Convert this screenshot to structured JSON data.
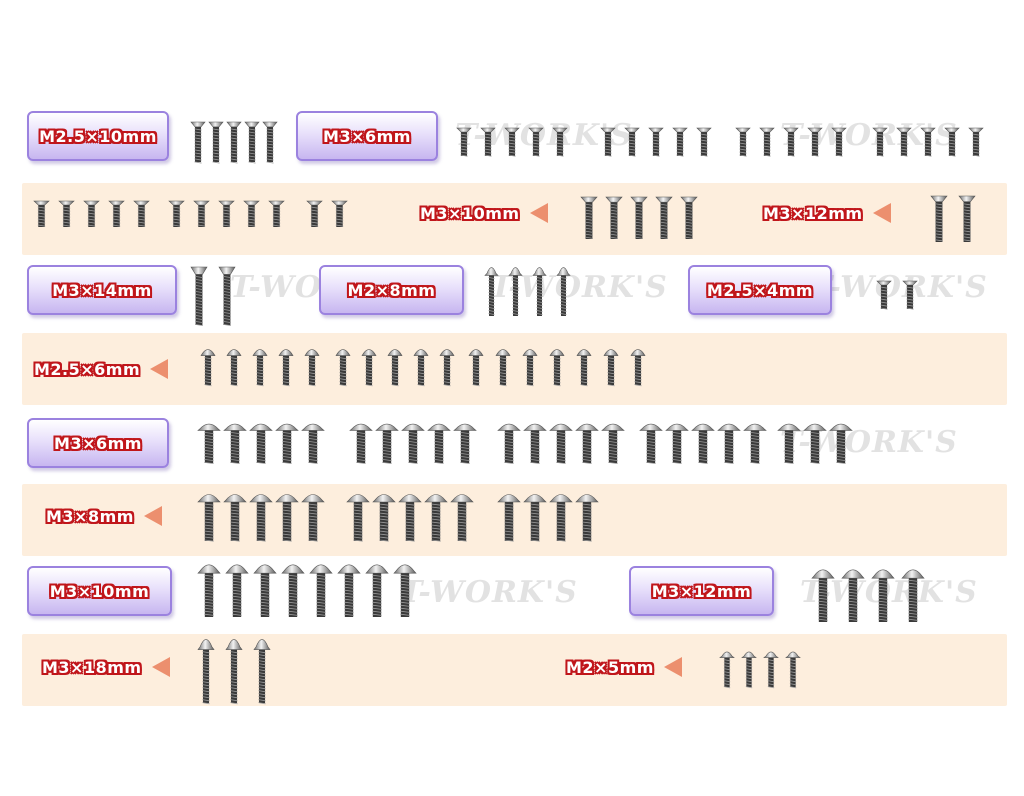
{
  "rows": {
    "r1": {
      "labels": [
        "M2.5×10mm",
        "M3×6mm"
      ]
    },
    "r2": {
      "labels": [
        "M3×10mm",
        "M3×12mm"
      ]
    },
    "r3": {
      "labels": [
        "M3×14mm",
        "M2×8mm",
        "M2.5×4mm"
      ]
    },
    "r4": {
      "labels": [
        "M2.5×6mm"
      ]
    },
    "r5": {
      "labels": [
        "M3×6mm"
      ]
    },
    "r6": {
      "labels": [
        "M3×8mm"
      ]
    },
    "r7": {
      "labels": [
        "M3×10mm",
        "M3×12mm"
      ]
    },
    "r8": {
      "labels": [
        "M3×18mm",
        "M2×5mm"
      ]
    }
  },
  "watermark": "T-WORK'S",
  "colors": {
    "band": "#fdeedd",
    "label_box": "#c7b6f0",
    "label_border": "#9b82df",
    "label_outline": "#c0161b",
    "arrow": "#ec8f6e"
  },
  "icons": [
    "flat-head-screw-icon",
    "button-head-screw-icon",
    "flanged-button-head-screw-icon",
    "arrow-left-icon"
  ]
}
